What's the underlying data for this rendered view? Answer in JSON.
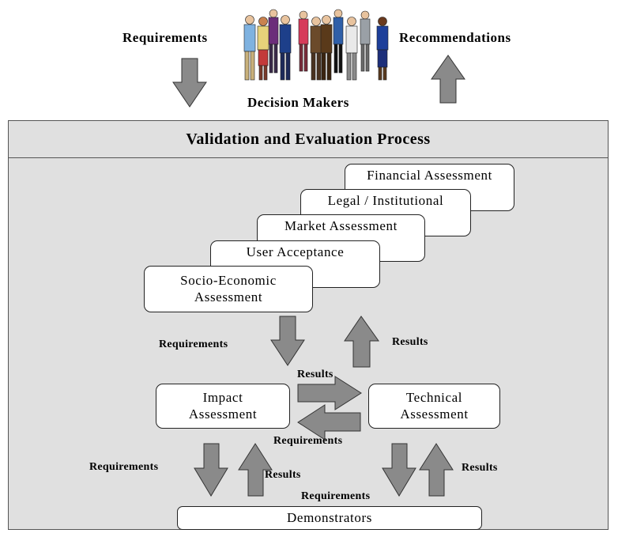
{
  "top": {
    "requirements_label": "Requirements",
    "recommendations_label": "Recommendations",
    "decision_makers_label": "Decision Makers"
  },
  "process": {
    "title": "Validation and Evaluation Process",
    "assessment_stack": [
      "Financial Assessment",
      "Legal / Institutional",
      "Market Assessment",
      "User Acceptance",
      "Socio-Economic Assessment"
    ],
    "impact_box": "Impact Assessment",
    "technical_box": "Technical Assessment",
    "demonstrators_box": "Demonstrators"
  },
  "labels": {
    "req_upper_left": "Requirements",
    "results_upper_right": "Results",
    "results_middle": "Results",
    "req_middle": "Requirements",
    "req_lower_left": "Requirements",
    "results_lower_left": "Results",
    "results_lower_right": "Results",
    "req_bottom": "Requirements"
  },
  "colors": {
    "arrow_fill": "#8a8a8a",
    "frame_background": "#e0e0e0",
    "box_fill": "#ffffff"
  }
}
